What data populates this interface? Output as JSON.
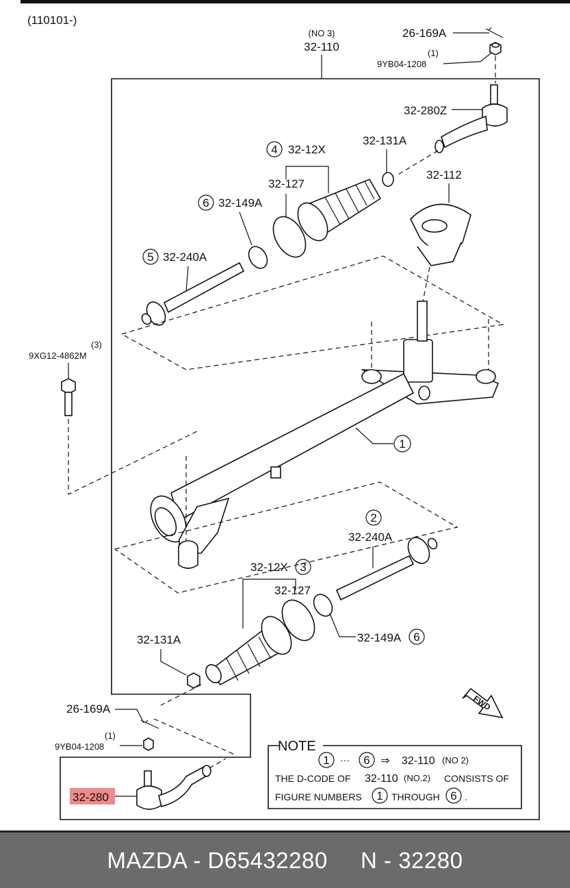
{
  "header": {
    "range_code": "(110101-)"
  },
  "labels": {
    "assembly_no": "(NO 3)",
    "assembly_code": "32-110",
    "cotter_top": "26-169A",
    "nut_qty_top": "(1)",
    "nut_top": "9YB04-1208",
    "tie_rod_end_top": "32-280Z",
    "boot_set_top": "32-12X",
    "boot_set_top_num": "4",
    "clip_top": "32-131A",
    "band_top": "32-127",
    "housing_cover": "32-112",
    "washer_top": "32-149A",
    "washer_top_num": "6",
    "tie_rod_top": "32-240A",
    "tie_rod_top_num": "5",
    "bolt_qty": "(3)",
    "bolt": "9XG12-4862M",
    "gear_num": "1",
    "tie_rod_bottom": "32-240A",
    "tie_rod_bottom_num": "2",
    "boot_set_bottom": "32-12X",
    "boot_set_bottom_num": "3",
    "band_bottom": "32-127",
    "washer_bottom": "32-149A",
    "washer_bottom_num": "6",
    "clip_bottom": "32-131A",
    "cotter_bottom": "26-169A",
    "nut_qty_bottom": "(1)",
    "nut_bottom": "9YB04-1208",
    "tie_rod_end_bottom": "32-280",
    "fwd": "FWD"
  },
  "note": {
    "title": "NOTE",
    "range_from": "1",
    "range_dots": "···",
    "range_to": "6",
    "arrow": "⇒",
    "target_code": "32-110",
    "target_no": "(NO 2)",
    "line2_a": "THE D-CODE OF",
    "line2_code": "32-110",
    "line2_no": "(NO.2)",
    "line2_b": "CONSISTS OF",
    "line3_a": "FIGURE NUMBERS",
    "line3_from": "1",
    "line3_b": "THROUGH",
    "line3_to": "6",
    "line3_end": "."
  },
  "colors": {
    "highlight": "#f08a8a",
    "footer_bg": "#6b6b6b"
  },
  "footer": {
    "text": "MAZDA - D65432280     N - 32280"
  }
}
